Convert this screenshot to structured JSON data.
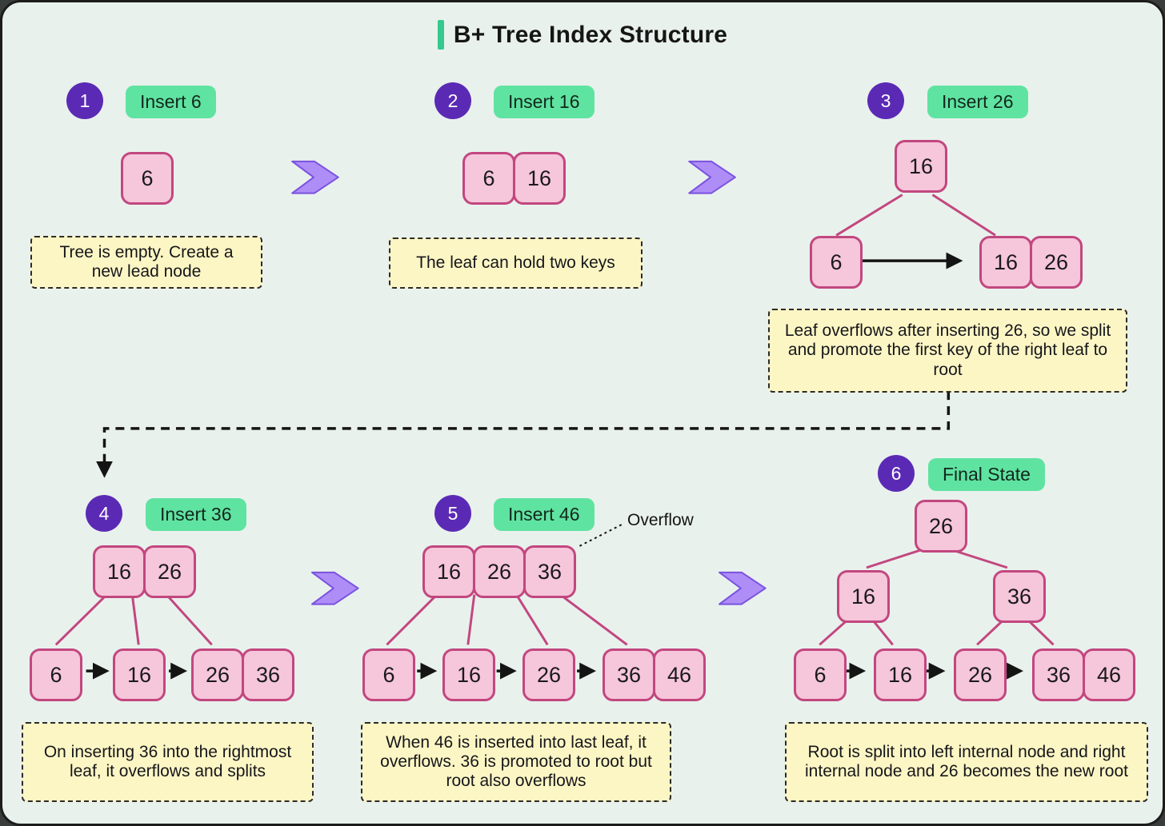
{
  "title": "B+ Tree Index Structure",
  "colors": {
    "canvas_bg": "#e9f1ed",
    "node_fill": "#f6c6da",
    "node_border": "#c2477f",
    "badge_bg": "#5fe3a1",
    "step_circle_bg": "#5b2ab5",
    "note_bg": "#fcf6c5",
    "chevron_fill": "#ae8df7",
    "title_accent": "#34c98e",
    "tree_edge": "#c2477f",
    "line_black": "#141414"
  },
  "steps": [
    {
      "number": "1",
      "badge": "Insert 6",
      "note": "Tree is empty. Create a new lead node",
      "leaf": [
        "6"
      ]
    },
    {
      "number": "2",
      "badge": "Insert 16",
      "note": "The leaf can hold two keys",
      "leaf": [
        "6",
        "16"
      ]
    },
    {
      "number": "3",
      "badge": "Insert 26",
      "note": "Leaf overflows after inserting 26, so we split and promote the first key of the right leaf to root",
      "root": [
        "16"
      ],
      "leaves": [
        [
          "6"
        ],
        [
          "16",
          "26"
        ]
      ]
    },
    {
      "number": "4",
      "badge": "Insert 36",
      "note": "On inserting 36 into the rightmost leaf, it overflows and splits",
      "root": [
        "16",
        "26"
      ],
      "leaves": [
        [
          "6"
        ],
        [
          "16"
        ],
        [
          "26",
          "36"
        ]
      ]
    },
    {
      "number": "5",
      "badge": "Insert 46",
      "note": "When 46 is inserted into last leaf, it overflows. 36 is promoted to root but root also overflows",
      "overflow_label": "Overflow",
      "root": [
        "16",
        "26",
        "36"
      ],
      "leaves": [
        [
          "6"
        ],
        [
          "16"
        ],
        [
          "26"
        ],
        [
          "36",
          "46"
        ]
      ]
    },
    {
      "number": "6",
      "badge": "Final State",
      "note": "Root is split into left internal node and right internal node and 26 becomes the new root",
      "root": [
        "26"
      ],
      "internal": [
        [
          "16"
        ],
        [
          "36"
        ]
      ],
      "leaves": [
        [
          "6"
        ],
        [
          "16"
        ],
        [
          "26"
        ],
        [
          "36",
          "46"
        ]
      ]
    }
  ]
}
